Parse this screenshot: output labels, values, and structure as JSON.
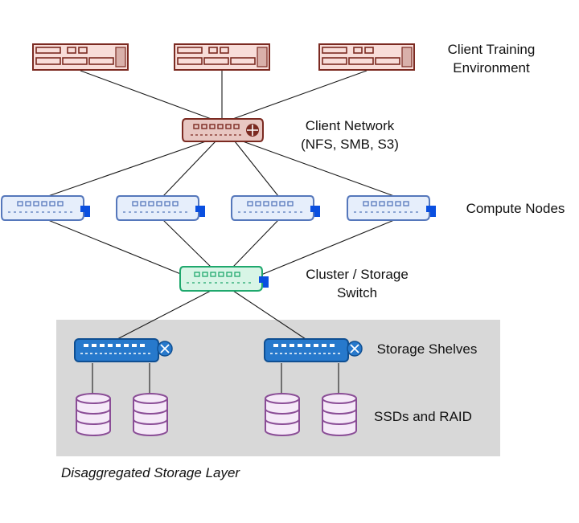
{
  "labels": {
    "client_training_line1": "Client Training",
    "client_training_line2": "Environment",
    "client_network_line1": "Client Network",
    "client_network_line2": "(NFS, SMB, S3)",
    "compute_nodes": "Compute Nodes",
    "cluster_switch_line1": "Cluster / Storage",
    "cluster_switch_line2": "Switch",
    "storage_shelves": "Storage Shelves",
    "ssds_raid": "SSDs and RAID",
    "storage_layer": "Disaggregated Storage Layer"
  },
  "icons": {
    "client_server": "server-icon",
    "client_switch": "network-switch-icon",
    "compute_node": "compute-node-icon",
    "cluster_switch": "cluster-switch-icon",
    "storage_shelf": "storage-shelf-icon",
    "ssd": "database-disk-icon"
  },
  "colors": {
    "client_server_stroke": "#7b2a21",
    "client_server_fill": "#f8ddd9",
    "client_switch_fill": "#e8c7c2",
    "compute_stroke": "#5577bb",
    "compute_fill": "#e6eefb",
    "cluster_stroke": "#1fa86d",
    "cluster_fill": "#d8f5e6",
    "shelf_fill": "#2779cc",
    "shelf_stroke": "#0f4f92",
    "ssd_stroke": "#8a4d96",
    "ssd_fill": "#f5e9f8",
    "storage_layer_bg": "#d8d8d8",
    "brand_badge": "#0a4fe0"
  }
}
